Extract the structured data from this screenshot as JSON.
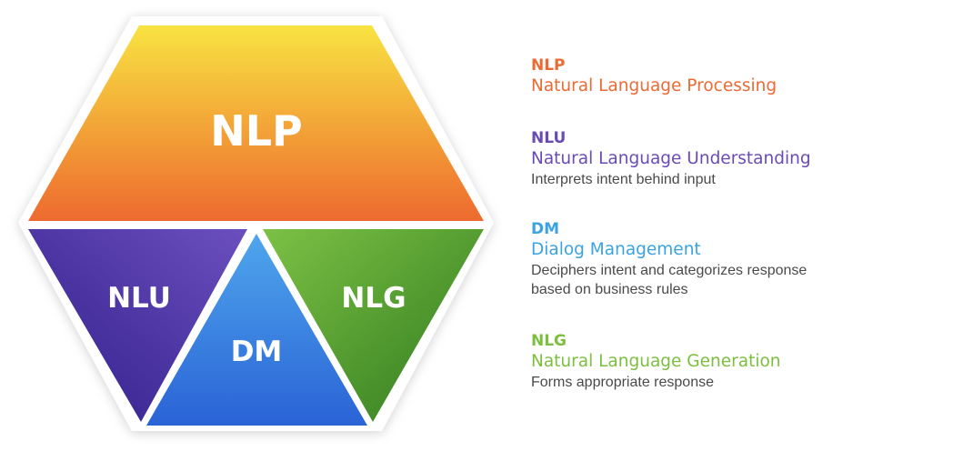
{
  "diagram": {
    "segments": {
      "nlp": {
        "label": "NLP",
        "color_top": "#f8e341",
        "color_bottom": "#ee6a2f"
      },
      "nlu": {
        "label": "NLU",
        "color_top": "#6c4fbf",
        "color_bottom": "#2f1e8a"
      },
      "dm": {
        "label": "DM",
        "color_top": "#4fa6ec",
        "color_bottom": "#2a63d6"
      },
      "nlg": {
        "label": "NLG",
        "color_top": "#7cc145",
        "color_bottom": "#2f7a1e"
      }
    }
  },
  "legend": {
    "nlp": {
      "abbr": "NLP",
      "full": "Natural Language Processing",
      "color": "#ec6a34"
    },
    "nlu": {
      "abbr": "NLU",
      "full": "Natural Language Understanding",
      "description": "Interprets intent behind input",
      "color": "#6a4bb6"
    },
    "dm": {
      "abbr": "DM",
      "full": "Dialog Management",
      "description_lines": [
        "Deciphers intent and categorizes response",
        "based on business rules"
      ],
      "color": "#3aa3e3"
    },
    "nlg": {
      "abbr": "NLG",
      "full": "Natural Language Generation",
      "description": "Forms appropriate response",
      "color": "#7cbf3f"
    }
  }
}
